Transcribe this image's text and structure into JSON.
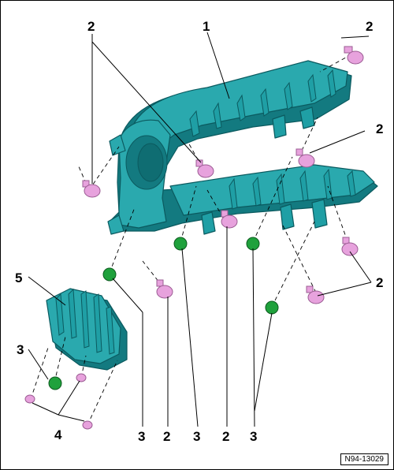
{
  "colors": {
    "part_fill": "#2aa9ae",
    "part_shadow": "#137a80",
    "part_outline": "#0b5a5f",
    "clip_fill": "#e7a2dd",
    "clip_outline": "#9b5c93",
    "nut_fill": "#1fa13c",
    "nut_outline": "#0d5a1f",
    "line": "#000000"
  },
  "callouts": {
    "c1": "1",
    "c2": "2",
    "c3": "3",
    "c4": "4",
    "c5": "5"
  },
  "figure_code": "N94-13029"
}
